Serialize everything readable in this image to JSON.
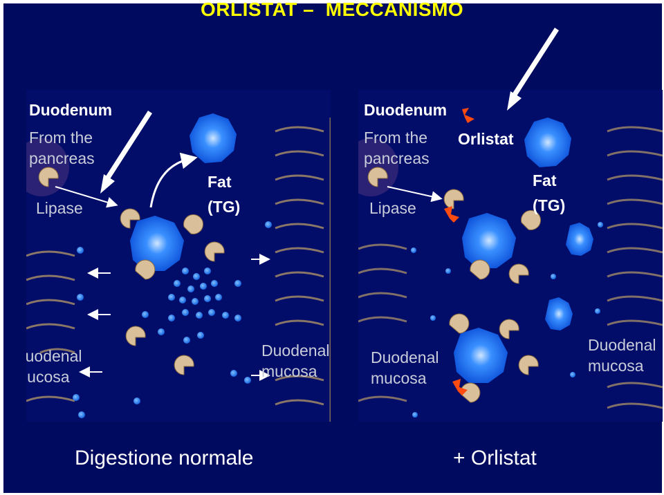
{
  "slide": {
    "title": "ORLISTAT –  MECCANISMO",
    "colors": {
      "background": "#000a5e",
      "title": "#ffff00",
      "fat": "#1a7cff",
      "orlistat": "#ff4a10",
      "lipase": "#d9c09a"
    }
  },
  "panel_normal": {
    "duodenum": "Duodenum",
    "from_pancreas": "From the\npancreas",
    "lipase": "Lipase",
    "fat": "Fat",
    "tg": "(TG)",
    "mucosa_left": "Duodenal\nmucosa",
    "mucosa_right": "Duodenal\nmucosa"
  },
  "panel_orlistat": {
    "duodenum": "Duodenum",
    "orlistat": "Orlistat",
    "from_pancreas": "From the\npancreas",
    "lipase": "Lipase",
    "fat": "Fat",
    "tg": "(TG)",
    "mucosa_left": "Duodenal\nmucosa",
    "mucosa_right": "Duodenal\nmucosa"
  },
  "captions": {
    "left": "Digestione normale",
    "right": "+ Orlistat"
  }
}
